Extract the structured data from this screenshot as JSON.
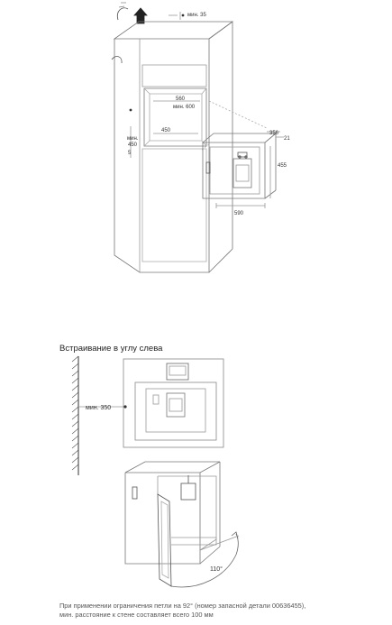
{
  "top_figure": {
    "dims": {
      "min_35": "мин. 35",
      "w_560": "560",
      "min_600": "мин. 600",
      "d_450": "450",
      "min_450_a": "мин.",
      "min_450_b": "450",
      "s_5": "5",
      "d_356": "356",
      "d_21": "21",
      "h_455": "455",
      "w_590": "590"
    }
  },
  "corner_section": {
    "title": "Встраивание в углу слева",
    "min_350": "мин. 350",
    "angle": "110°"
  },
  "caption": {
    "line1": "При применении ограничения петли на 92° (номер запасной детали 00636455),",
    "line2": "мин. расстояние к стене составляет всего 100 мм"
  }
}
